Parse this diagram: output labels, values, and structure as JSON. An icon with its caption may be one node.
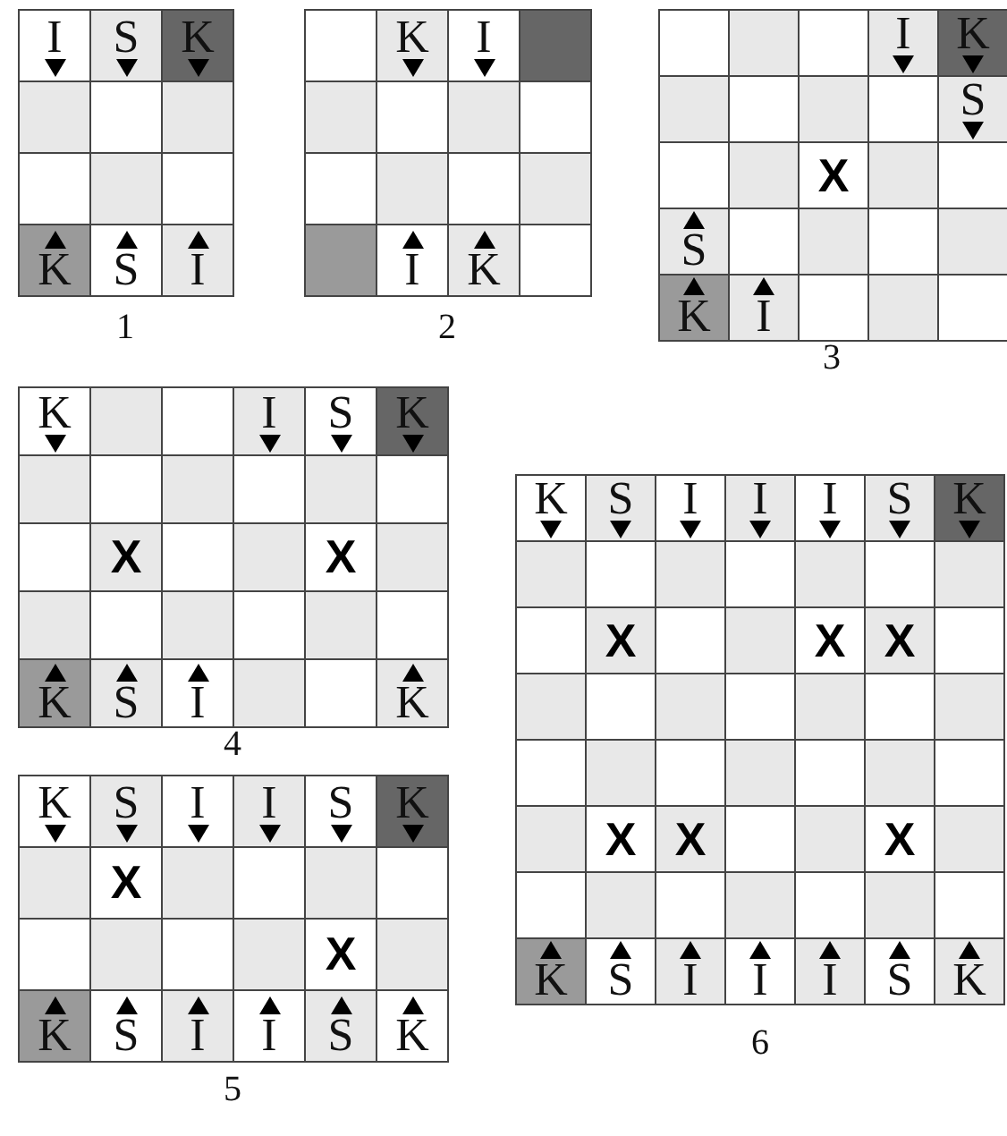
{
  "diagram": {
    "labels": [
      "I",
      "S",
      "K",
      "K",
      "S",
      "I",
      "1",
      "K",
      "I",
      "I",
      "K",
      "2",
      "I",
      "K",
      "S",
      "X",
      "S",
      "K",
      "I",
      "3",
      "K",
      "I",
      "S",
      "K",
      "X",
      "X",
      "K",
      "S",
      "I",
      "K",
      "4",
      "K",
      "S",
      "I",
      "I",
      "S",
      "K",
      "X",
      "X",
      "K",
      "S",
      "I",
      "I",
      "S",
      "K",
      "5",
      "K",
      "S",
      "I",
      "I",
      "I",
      "S",
      "K",
      "X",
      "X",
      "X",
      "X",
      "X",
      "X",
      "K",
      "S",
      "I",
      "I",
      "I",
      "S",
      "K",
      "6"
    ]
  }
}
